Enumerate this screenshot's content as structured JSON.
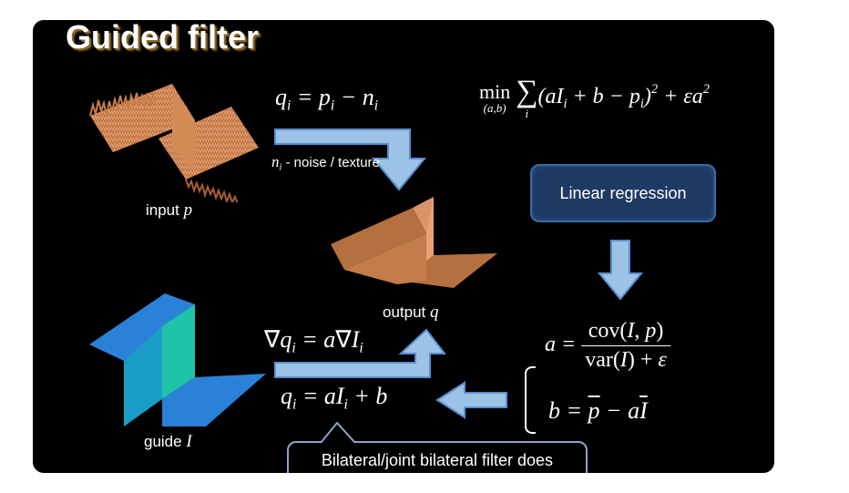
{
  "title": "Guided filter",
  "labels": {
    "input_word": "input",
    "input_sym": "p",
    "output_word": "output",
    "output_sym": "q",
    "guide_word": "guide",
    "guide_sym": "I",
    "noise_sym": "n",
    "noise_sub": "i",
    "noise_text": "- noise / texture"
  },
  "linear_regression": "Linear regression",
  "callout": "Bilateral/joint bilateral filter does",
  "equations": {
    "q_eq_p_minus_n": "q_i = p_i − n_i",
    "objective": "min_(a,b) Σ_i (aI_i + b − p_i)^2 + εa^2",
    "grad": "∇q_i = a∇I_i",
    "q_linear": "q_i = aI_i + b",
    "a_eq": "a = cov(I, p) / (var(I) + ε)",
    "b_eq": "b = p̄ − aĪ"
  },
  "colors": {
    "background": "#000000",
    "arrow_fill": "#9cc3e6",
    "arrow_stroke": "#5b8fd0",
    "box_fill": "#1d3a63",
    "input_surface": "#c47a45",
    "output_surface": "#b8764a",
    "guide_surface": "#2a82d8",
    "guide_wall": "#1fc4a8"
  }
}
